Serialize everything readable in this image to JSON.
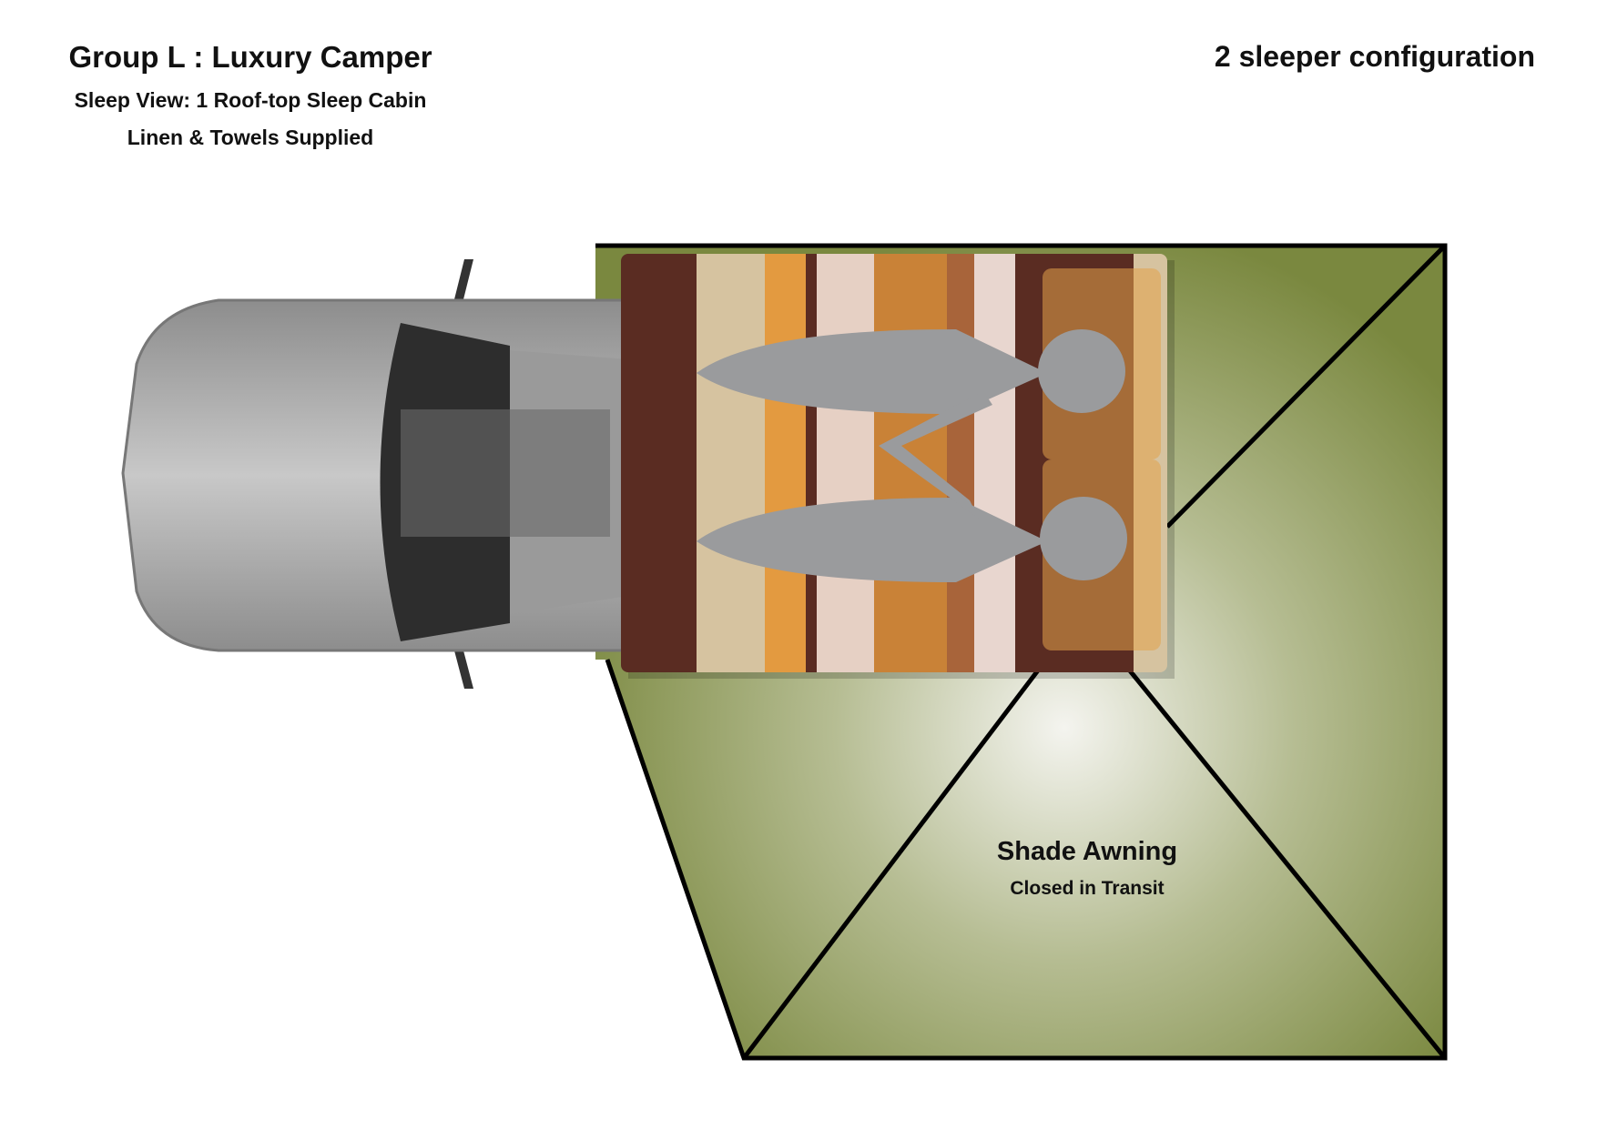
{
  "header": {
    "title": "Group L : Luxury Camper",
    "subtitle": "Sleep View: 1 Roof-top Sleep Cabin",
    "note": "Linen & Towels Supplied",
    "configuration": "2 sleeper configuration"
  },
  "awning": {
    "label": "Shade Awning",
    "status": "Closed in Transit",
    "color": "#7a883f"
  }
}
